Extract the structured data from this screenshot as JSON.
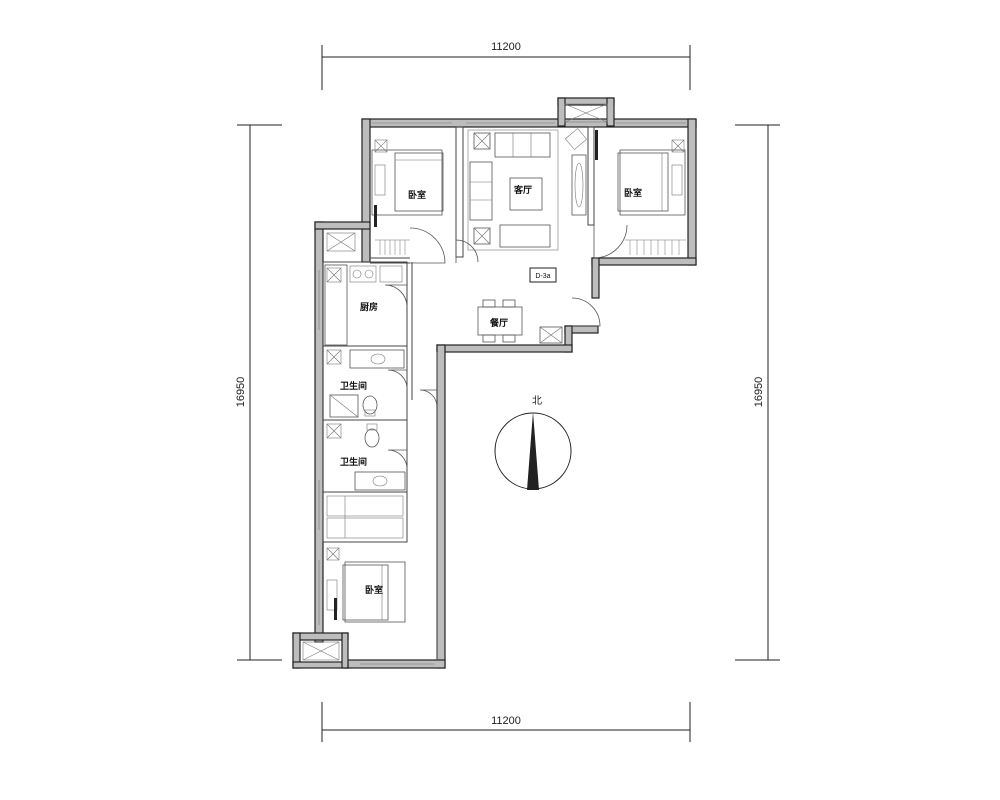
{
  "dimensions": {
    "top_width": "11200",
    "bottom_width": "11200",
    "left_height": "16950",
    "right_height": "16950"
  },
  "rooms": {
    "bedroom_top_left": "卧室",
    "living_room": "客厅",
    "bedroom_top_right": "卧室",
    "kitchen": "厨房",
    "dining_room": "餐厅",
    "bathroom_1": "卫生间",
    "bathroom_2": "卫生间",
    "bedroom_bottom": "卧室"
  },
  "unit_tag": "D-3a",
  "compass": {
    "north_label": "北"
  },
  "colors": {
    "wall_fill": "#bdbdbd",
    "line": "#222222"
  }
}
